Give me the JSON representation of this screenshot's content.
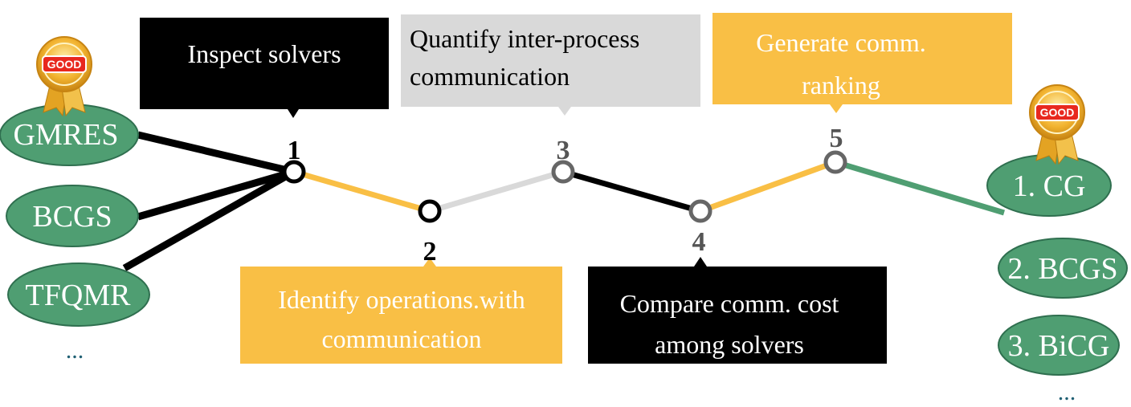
{
  "colors": {
    "black": "#000000",
    "gray": "#d9d9d9",
    "gray_node": "#666666",
    "orange": "#f9bf45",
    "green": "#4f9e72",
    "green_edge": "#2f6f4f",
    "white": "#ffffff",
    "badge_red": "#e8281e",
    "gold": "#f2b330"
  },
  "input_solvers": [
    "GMRES",
    "BCGS",
    "TFQMR"
  ],
  "input_more": "...",
  "output_ranking": [
    "1. CG",
    "2. BCGS",
    "3. BiCG"
  ],
  "output_more": "...",
  "badges": [
    "GOOD",
    "GOOD"
  ],
  "steps": [
    {
      "number": "1",
      "lines": [
        "Inspect solvers"
      ]
    },
    {
      "number": "2",
      "lines": [
        "Identify operations.with",
        "communication"
      ]
    },
    {
      "number": "3",
      "lines": [
        "Quantify inter-process",
        "communication"
      ]
    },
    {
      "number": "4",
      "lines": [
        "Compare comm. cost",
        "among solvers"
      ]
    },
    {
      "number": "5",
      "lines": [
        "Generate comm.",
        "ranking"
      ]
    }
  ]
}
